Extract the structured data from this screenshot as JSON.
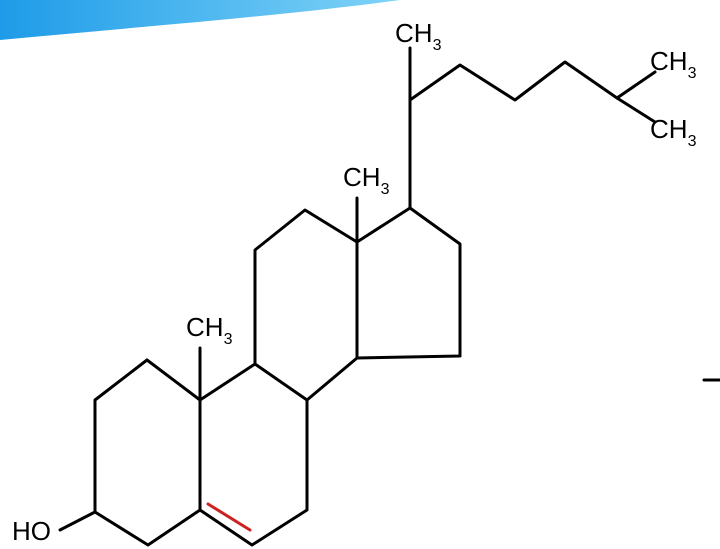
{
  "labels": {
    "side_chain_methyl": {
      "main": "CH",
      "sub": "3"
    },
    "terminal_methyl_upper": {
      "main": "CH",
      "sub": "3"
    },
    "terminal_methyl_lower": {
      "main": "CH",
      "sub": "3"
    },
    "c13_methyl": {
      "main": "CH",
      "sub": "3"
    },
    "c10_methyl": {
      "main": "CH",
      "sub": "3"
    },
    "hydroxyl": "HO"
  },
  "colors": {
    "bond": "#000000",
    "double_bond_highlight": "#cc2222",
    "swoosh_light": "#7fd3f7",
    "swoosh_dark": "#1e9be8"
  }
}
